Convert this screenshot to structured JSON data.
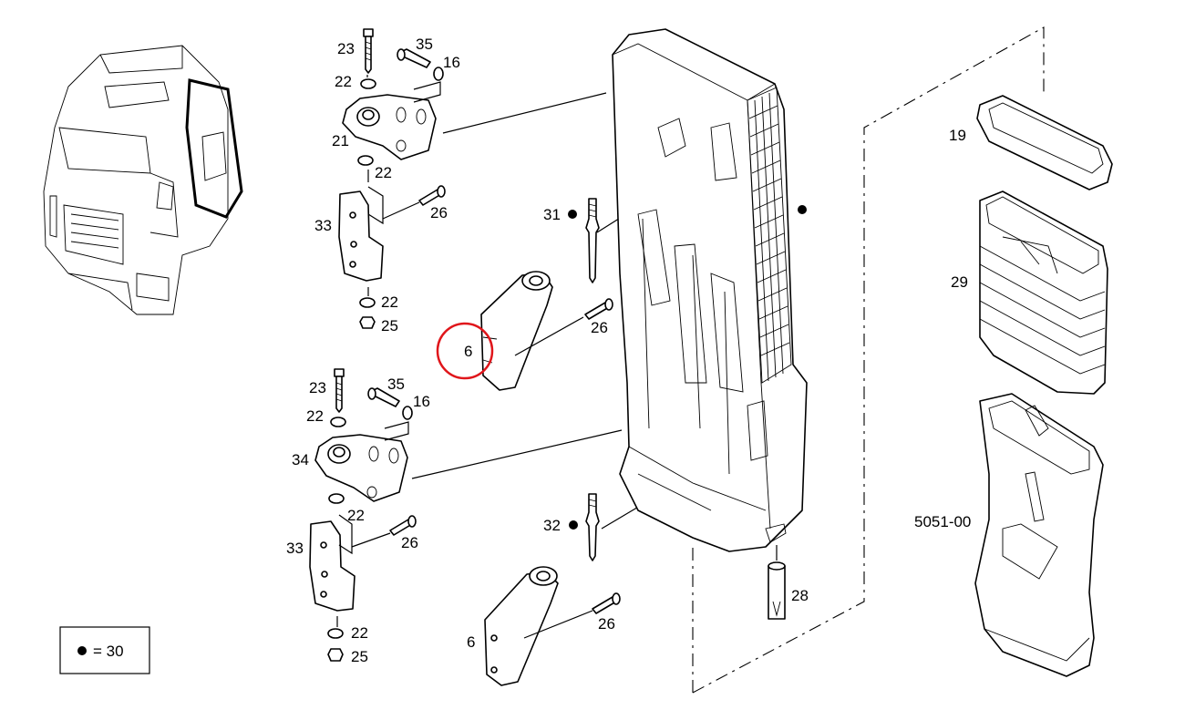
{
  "labels": {
    "p23a": "23",
    "p35a": "35",
    "p16a": "16",
    "p22a": "22",
    "p21": "21",
    "p22b": "22",
    "p26a": "26",
    "p33a": "33",
    "p22c": "22",
    "p25a": "25",
    "p23b": "23",
    "p35b": "35",
    "p16b": "16",
    "p22d": "22",
    "p34": "34",
    "p22e": "22",
    "p26b": "26",
    "p33b": "33",
    "p22f": "22",
    "p25b": "25",
    "p6a": "6",
    "p31": "31",
    "p26c": "26",
    "p32": "32",
    "p6b": "6",
    "p26d": "26",
    "p28": "28",
    "p19": "19",
    "p29": "29",
    "group": "5051-00"
  },
  "legend": {
    "value": "= 30"
  },
  "colors": {
    "highlight_circle": "#e0161b",
    "line": "#000000"
  },
  "icons": [
    "truck-cab",
    "air-filter-housing",
    "bracket",
    "bolt",
    "washer",
    "nut",
    "seal-ring",
    "bellows",
    "air-duct"
  ]
}
